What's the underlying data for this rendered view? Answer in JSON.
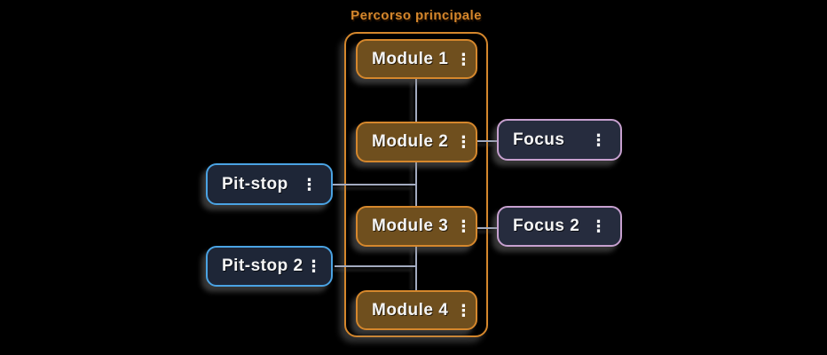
{
  "diagram": {
    "type": "flowchart",
    "subgraph": {
      "label": "Percorso principale",
      "contains": [
        "Module 1",
        "Module 2",
        "Module 3",
        "Module 4"
      ]
    },
    "nodes": {
      "module1": {
        "label": "Module 1"
      },
      "module2": {
        "label": "Module 2"
      },
      "module3": {
        "label": "Module 3"
      },
      "module4": {
        "label": "Module 4"
      },
      "focus": {
        "label": "Focus"
      },
      "focus2": {
        "label": "Focus 2"
      },
      "pitstop": {
        "label": "Pit-stop"
      },
      "pitstop2": {
        "label": "Pit-stop 2"
      }
    },
    "edges": [
      {
        "from": "module1",
        "to": "module2"
      },
      {
        "from": "module2",
        "to": "module3"
      },
      {
        "from": "module3",
        "to": "module4"
      },
      {
        "from": "module2",
        "to": "focus"
      },
      {
        "from": "module3",
        "to": "focus2"
      },
      {
        "from": "pitstop",
        "to": "main-path-between-module2-module3"
      },
      {
        "from": "pitstop2",
        "to": "main-path-between-module3-module4"
      }
    ],
    "icons": {
      "kebab_menu": "⋮"
    },
    "colors": {
      "module_fill": "#6f4f1e",
      "module_border": "#d5872c",
      "focus_fill": "#262c3e",
      "focus_border": "#c7a0cf",
      "pitstop_fill": "#1e2637",
      "pitstop_border": "#4aa3e3",
      "edge": "#a3abc0",
      "subgraph_border": "#d5872c",
      "subgraph_label": "#d5872c",
      "text": "#f5f5f5",
      "bg": "#000000"
    }
  }
}
